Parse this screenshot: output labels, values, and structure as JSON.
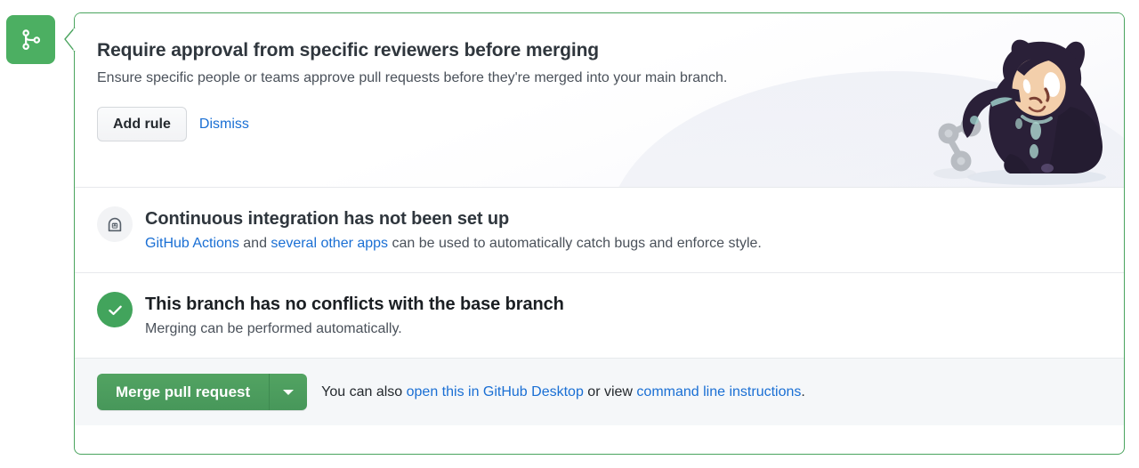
{
  "status_badge": {
    "icon": "git-merge-icon",
    "color": "#4caf62"
  },
  "colors": {
    "box_border": "#4aa45e",
    "link": "#1a6fd4",
    "merge_green": "#47975a",
    "check_green": "#42a45c",
    "footer_bg": "#f5f7f9"
  },
  "promo": {
    "title": "Require approval from specific reviewers before merging",
    "description": "Ensure specific people or teams approve pull requests before they're merged into your main branch.",
    "add_rule_label": "Add rule",
    "dismiss_label": "Dismiss",
    "illustration": "octocat-illustration"
  },
  "rows": [
    {
      "icon": "bot-icon",
      "title": "Continuous integration has not been set up",
      "sub_parts": [
        {
          "text": "GitHub Actions",
          "link": true
        },
        {
          "text": " and ",
          "link": false
        },
        {
          "text": "several other apps",
          "link": true
        },
        {
          "text": " can be used to automatically catch bugs and enforce style.",
          "link": false
        }
      ]
    },
    {
      "icon": "check-circle-icon",
      "title": "This branch has no conflicts with the base branch",
      "sub": "Merging can be performed automatically."
    }
  ],
  "footer": {
    "merge_label": "Merge pull request",
    "caret_icon": "chevron-down-icon",
    "note_parts": [
      {
        "text": "You can also ",
        "link": false
      },
      {
        "text": "open this in GitHub Desktop",
        "link": true
      },
      {
        "text": " or view ",
        "link": false
      },
      {
        "text": "command line instructions",
        "link": true
      },
      {
        "text": ".",
        "link": false
      }
    ]
  }
}
